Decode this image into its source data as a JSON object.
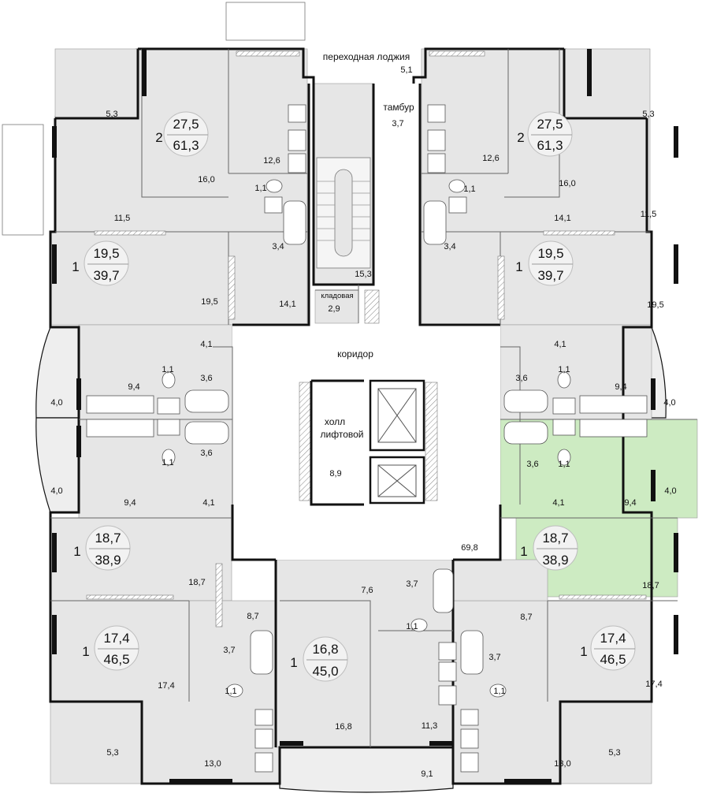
{
  "labels": {
    "transit_loggia": "переходная лоджия",
    "transit_loggia_area": "5,1",
    "vestibule": "тамбур",
    "vestibule_area": "3,7",
    "stair_area": "15,3",
    "storage": "кладовая",
    "storage_area": "2,9",
    "corridor": "коридор",
    "corridor_area": "69,8",
    "hall_line1": "холл",
    "hall_line2": "лифтовой",
    "hall_area": "8,9"
  },
  "apartments": [
    {
      "id": "nw-2room",
      "rooms": "2",
      "living": "27,5",
      "total": "61,3",
      "highlighted": false
    },
    {
      "id": "ne-2room",
      "rooms": "2",
      "living": "27,5",
      "total": "61,3",
      "highlighted": false
    },
    {
      "id": "w-1room-upper",
      "rooms": "1",
      "living": "19,5",
      "total": "39,7",
      "highlighted": false
    },
    {
      "id": "e-1room-upper",
      "rooms": "1",
      "living": "19,5",
      "total": "39,7",
      "highlighted": false
    },
    {
      "id": "w-1room-lower",
      "rooms": "1",
      "living": "18,7",
      "total": "38,9",
      "highlighted": false
    },
    {
      "id": "e-1room-lower",
      "rooms": "1",
      "living": "18,7",
      "total": "38,9",
      "highlighted": true
    },
    {
      "id": "sw-1room",
      "rooms": "1",
      "living": "17,4",
      "total": "46,5",
      "highlighted": false
    },
    {
      "id": "se-1room",
      "rooms": "1",
      "living": "17,4",
      "total": "46,5",
      "highlighted": false
    },
    {
      "id": "s-1room",
      "rooms": "1",
      "living": "16,8",
      "total": "45,0",
      "highlighted": false
    }
  ],
  "room_areas": {
    "nw": [
      "5,3",
      "16,0",
      "12,6",
      "1,1",
      "3,4",
      "11,5"
    ],
    "ne": [
      "5,3",
      "12,6",
      "16,0",
      "1,1",
      "3,4",
      "14,1",
      "11,5"
    ],
    "w_upper": [
      "19,5",
      "14,1",
      "4,1",
      "1,1",
      "3,6",
      "9,4",
      "4,0"
    ],
    "e_upper": [
      "19,5",
      "4,1",
      "1,1",
      "3,6",
      "9,4",
      "4,0"
    ],
    "w_lower": [
      "4,0",
      "1,1",
      "3,6",
      "9,4",
      "4,1",
      "18,7"
    ],
    "e_lower": [
      "3,6",
      "1,1",
      "4,1",
      "9,4",
      "4,0",
      "18,7"
    ],
    "sw": [
      "8,7",
      "3,7",
      "1,1",
      "17,4",
      "5,3",
      "13,0"
    ],
    "se": [
      "8,7",
      "3,7",
      "1,1",
      "17,4",
      "5,3",
      "13,0"
    ],
    "s": [
      "7,6",
      "3,7",
      "1,1",
      "16,8",
      "11,3",
      "9,1"
    ]
  },
  "colors": {
    "room_fill": "#e6e6e6",
    "highlight_fill": "#cdebc2",
    "wall": "#111111",
    "badge": "#f2f2f2"
  }
}
